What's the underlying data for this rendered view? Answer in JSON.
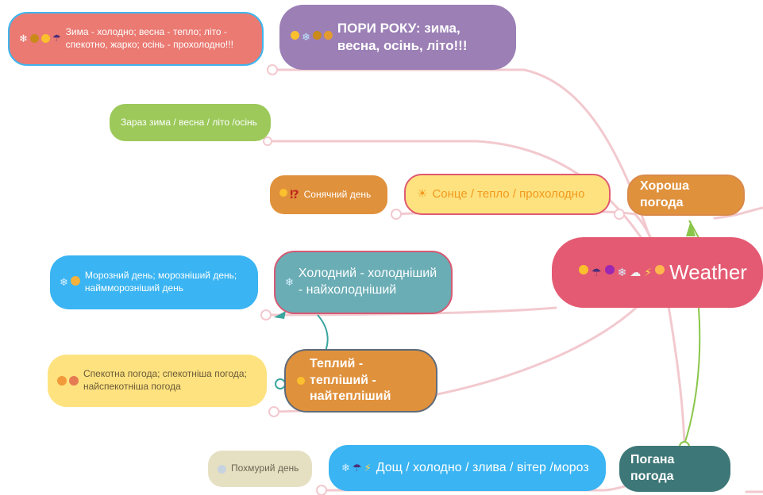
{
  "root": {
    "label": "Weather",
    "color": "#e45a72",
    "icons": [
      "sun-icon",
      "umbrella-icon",
      "cyclone-icon",
      "snowflake-icon",
      "cloud-icon",
      "lightning-icon",
      "face-icon"
    ]
  },
  "good": {
    "label": "Хороша погода",
    "color": "#e0913c"
  },
  "bad": {
    "label": "Погана погода",
    "color": "#3e7777"
  },
  "seasons": {
    "label": "ПОРИ РОКУ: зима, весна, осінь, літо!!!",
    "color": "#9b7fb5"
  },
  "seasons_detail": {
    "label": "Зима - холодно; весна - тепло; літо - спекотно, жарко; осінь - прохолодно!!!",
    "color": "#ea7a72"
  },
  "now": {
    "label": "Зараз зима / весна / літо /осінь",
    "color": "#9cc95a"
  },
  "sun": {
    "label": "Сонце / тепло / прохолодно",
    "color": "#fde27f",
    "text_color": "#f29a1e"
  },
  "sunny_day": {
    "label": "Сонячний день",
    "color": "#e0913c",
    "mark": "⁉"
  },
  "cold": {
    "label": "Холодний - холодніший - найхолодніший",
    "color": "#6aadb5"
  },
  "frosty": {
    "label": "Морозний день; морозніший день; наймморозніший день",
    "color": "#3ab4f2"
  },
  "warm": {
    "label": "Теплий - тепліший - найтепліший",
    "color": "#e0913c"
  },
  "hot": {
    "label": "Спекотна погода; спекотніша погода; найспекотніша погода",
    "color": "#fde27f",
    "text_color": "#6a5a3a"
  },
  "rain": {
    "label": "Дощ / холодно / злива / вітер /мороз",
    "color": "#3ab4f2"
  },
  "cloudy": {
    "label": "Похмурий день",
    "color": "#e6e0c2",
    "text_color": "#6b6654"
  }
}
